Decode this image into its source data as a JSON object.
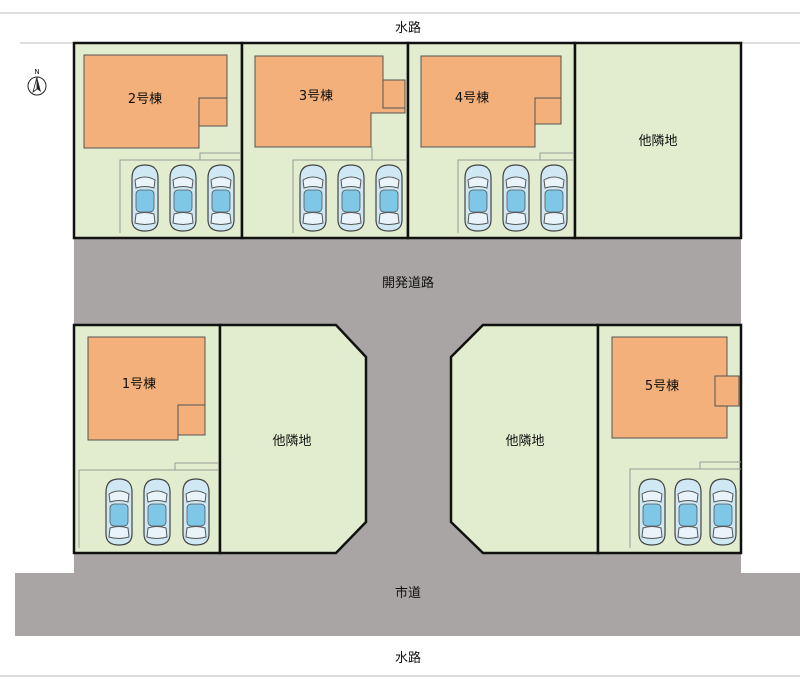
{
  "labels": {
    "waterway_top": "水路",
    "waterway_bottom": "水路",
    "dev_road": "開発道路",
    "city_road": "市道",
    "house_2": "2号棟",
    "house_3": "3号棟",
    "house_4": "4号棟",
    "house_1": "1号棟",
    "house_5": "5号棟",
    "neighbor_top": "他隣地",
    "neighbor_mid_left": "他隣地",
    "neighbor_mid_right": "他隣地",
    "north": "N"
  },
  "colors": {
    "lot": "#e2edcf",
    "house": "#f3b07a",
    "road": "#aaa5a5",
    "car": "#7fc7e6"
  },
  "parking": {
    "lot_2": 3,
    "lot_3": 3,
    "lot_4": 3,
    "lot_1": 3,
    "lot_5": 3
  }
}
